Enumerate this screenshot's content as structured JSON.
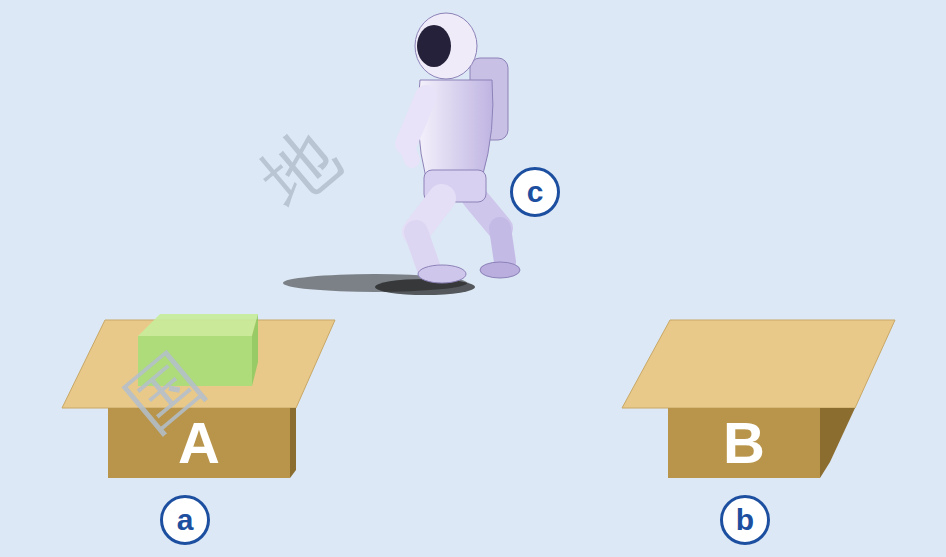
{
  "diagram": {
    "nodes": [
      {
        "text": [
          "A"
        ]
      },
      {
        "text": [
          "B"
        ]
      }
    ],
    "labels": [
      "c",
      "a",
      "b",
      "国",
      "地"
    ]
  }
}
